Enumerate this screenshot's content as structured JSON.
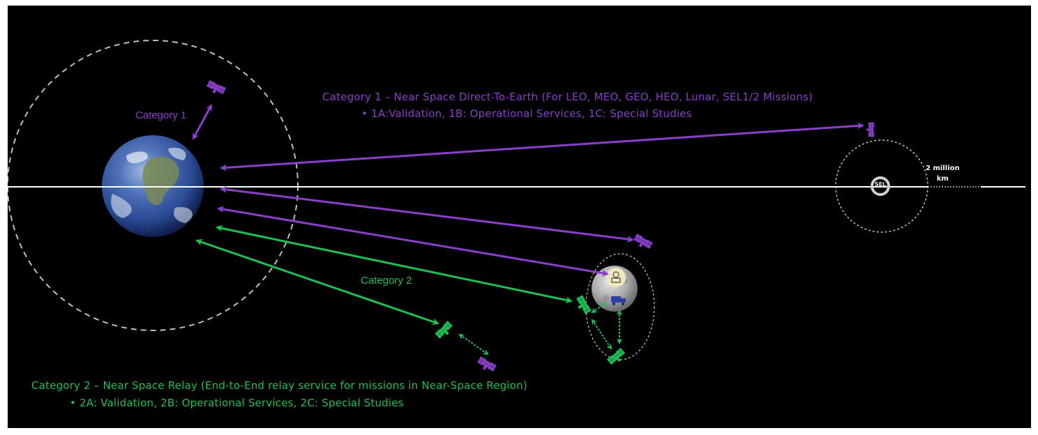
{
  "diagram": {
    "background": "#000000",
    "colors": {
      "category1": "#8a3fc9",
      "category2": "#1fbf55",
      "orbit": "#bfbfbf",
      "axis": "#ffffff"
    },
    "category1": {
      "short_label": "Category 1",
      "heading": "Category 1 – Near Space Direct-To-Earth (For LEO, MEO, GEO, HEO, Lunar, SEL1/2 Missions)",
      "subtext": "• 1A:Validation, 1B: Operational Services, 1C: Special Studies"
    },
    "category2": {
      "short_label": "Category 2",
      "heading": "Category 2 – Near Space Relay (End-to-End relay service for missions in Near-Space Region)",
      "subtext": "• 2A: Validation, 2B: Operational Services, 2C: Special Studies"
    },
    "sel_marker": "SEL",
    "distance_label": {
      "line1": "2 million",
      "line2": "km"
    },
    "nodes": [
      {
        "name": "Earth",
        "type": "planet"
      },
      {
        "name": "Moon",
        "type": "moon"
      },
      {
        "name": "Sun-Earth L1/L2 point",
        "type": "lagrange-point"
      }
    ]
  }
}
